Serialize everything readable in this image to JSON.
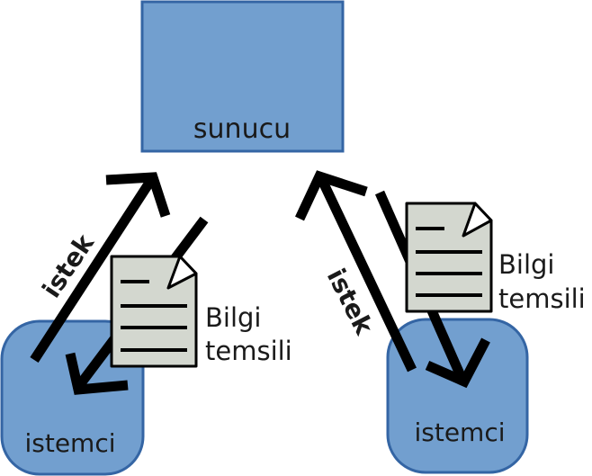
{
  "server": {
    "label": "sunucu"
  },
  "clients": [
    {
      "label": "istemci",
      "request_label": "istek",
      "doc_label_line1": "Bilgi",
      "doc_label_line2": "temsili"
    },
    {
      "label": "istemci",
      "request_label": "istek",
      "doc_label_line1": "Bilgi",
      "doc_label_line2": "temsili"
    }
  ],
  "colors": {
    "box_fill": "#729fcf",
    "box_stroke": "#3465a4",
    "document_fill": "#d3d7cf",
    "arrow": "#000000"
  }
}
